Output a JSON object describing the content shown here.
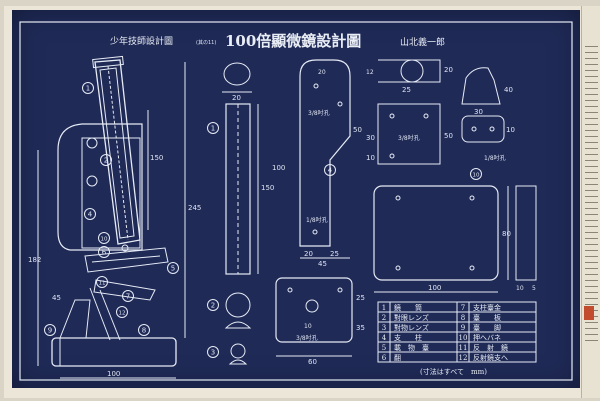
{
  "header": {
    "series": "少年技師設計圖",
    "series_no": "(其の11)",
    "title": "100倍顯微鏡設計圖",
    "author": "山北義一郎"
  },
  "dimensions": {
    "base_width": "100",
    "height_total": "245",
    "h182": "182",
    "h150": "150",
    "h45": "45",
    "arm_20": "20",
    "arm_150": "150",
    "arm_100": "100",
    "bracket_20": "20",
    "bracket_25": "25",
    "bracket_45": "45",
    "bracket_50": "50",
    "piece_25": "25",
    "piece_12": "12",
    "piece_20": "20",
    "piece_30": "30",
    "piece_50": "50",
    "piece_10": "10",
    "clip_40": "40",
    "clip_30": "30",
    "clip_10": "10",
    "stage_100": "100",
    "stage_80": "80",
    "side_10": "10",
    "side_5": "5",
    "mirror_60": "60",
    "mirror_35": "35",
    "mirror_25": "25",
    "mirror_10": "10",
    "hole_note": "3/8吋孔",
    "hole_note_2": "3/8吋孔",
    "hole_note_3": "1/8吋孔"
  },
  "parts_table": {
    "rows": [
      {
        "n1": "1",
        "p1": "鏡　　筒",
        "n2": "7",
        "p2": "支柱臺金"
      },
      {
        "n1": "2",
        "p1": "對眼レンズ",
        "n2": "8",
        "p2": "臺　　板"
      },
      {
        "n1": "3",
        "p1": "對物レンズ",
        "n2": "9",
        "p2": "臺　　脚"
      },
      {
        "n1": "4",
        "p1": "支　　柱",
        "n2": "10",
        "p2": "押へバネ"
      },
      {
        "n1": "5",
        "p1": "載　物　臺",
        "n2": "11",
        "p2": "反　射　鏡"
      },
      {
        "n1": "6",
        "p1": "翻",
        "n2": "12",
        "p2": "反射鏡支へ"
      }
    ],
    "note": "(寸法はすべて　mm)"
  },
  "callouts": [
    "1",
    "2",
    "3",
    "4",
    "5",
    "6",
    "7",
    "8",
    "9",
    "10",
    "11",
    "12"
  ]
}
